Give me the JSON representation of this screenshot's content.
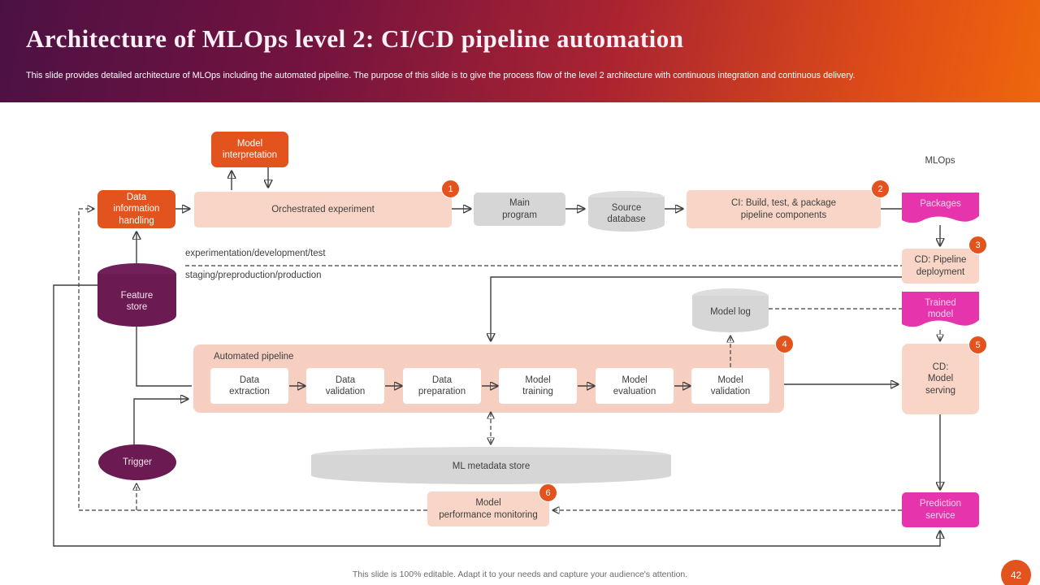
{
  "slide": {
    "title": "Architecture of MLOps level 2: CI/CD pipeline automation",
    "subtitle": "This slide provides detailed architecture of MLOps including the automated pipeline. The purpose of this slide is to give the process flow of the level 2 architecture with continuous integration and continuous delivery.",
    "footer": "This slide is 100% editable. Adapt it to your needs and capture your audience's attention.",
    "page_number": "42"
  },
  "colors": {
    "accent_orange": "#e2531d",
    "magenta": "#e635ac",
    "dark_purple": "#6b1b52",
    "light_pink": "#f8d5c6",
    "gray": "#d6d6d6",
    "line": "#3f3f3f"
  },
  "diagram": {
    "mlops_label": "MLOps",
    "environments": {
      "top": "experimentation/development/test",
      "bottom": "staging/preproduction/production"
    },
    "nodes": {
      "model_interpretation": "Model\ninterpretation",
      "data_information_handling": "Data\ninformation\nhandling",
      "orchestrated_experiment": "Orchestrated experiment",
      "main_program": "Main\nprogram",
      "source_database": "Source\ndatabase",
      "ci_build": "CI: Build, test, & package\npipeline components",
      "packages": "Packages",
      "cd_pipeline_deployment": "CD: Pipeline\ndeployment",
      "trained_model": "Trained\nmodel",
      "cd_model_serving": "CD:\nModel\nserving",
      "feature_store": "Feature\nstore",
      "model_log": "Model log",
      "trigger": "Trigger",
      "ml_metadata_store": "ML metadata store",
      "model_performance_monitoring": "Model\nperformance monitoring",
      "prediction_service": "Prediction\nservice"
    },
    "pipeline": {
      "title": "Automated pipeline",
      "steps": [
        {
          "label": "Data\nextraction"
        },
        {
          "label": "Data\nvalidation"
        },
        {
          "label": "Data\npreparation"
        },
        {
          "label": "Model\ntraining"
        },
        {
          "label": "Model\nevaluation"
        },
        {
          "label": "Model\nvalidation"
        }
      ]
    },
    "badges": [
      "1",
      "2",
      "3",
      "4",
      "5",
      "6"
    ]
  }
}
